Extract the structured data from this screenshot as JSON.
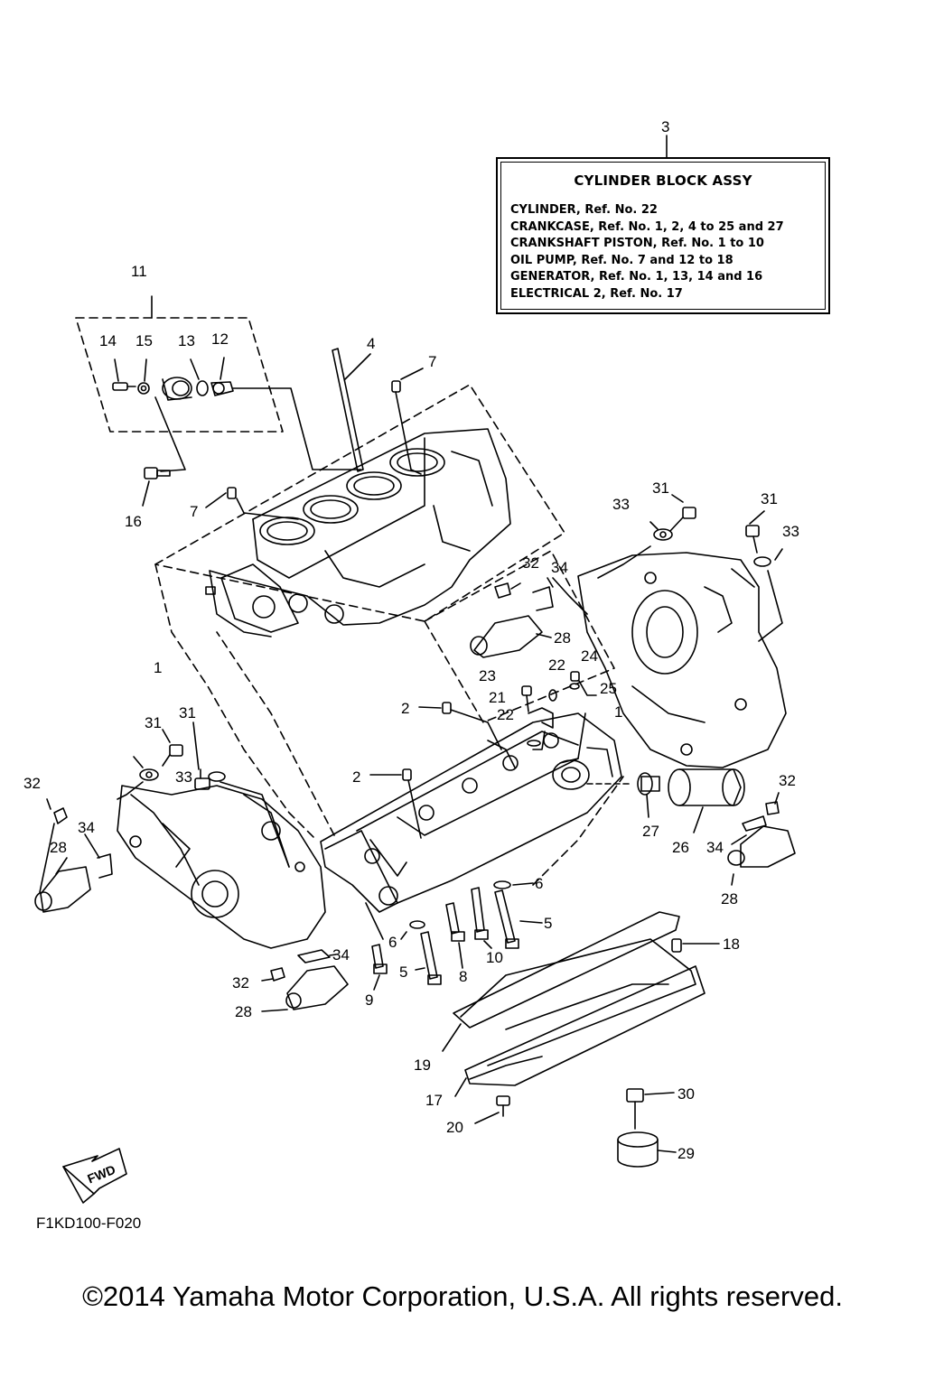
{
  "legend": {
    "ref": "3",
    "title": "CYLINDER BLOCK ASSY",
    "lines": [
      "CYLINDER, Ref. No. 22",
      "CRANKCASE, Ref. No. 1, 2, 4 to 25 and 27",
      "CRANKSHAFT PISTON, Ref. No. 1 to 10",
      "OIL PUMP, Ref. No. 7 and 12 to 18",
      "GENERATOR, Ref. No. 1, 13, 14 and 16",
      "ELECTRICAL 2, Ref. No. 17"
    ]
  },
  "callouts": [
    "11",
    "14",
    "15",
    "13",
    "12",
    "4",
    "7",
    "16",
    "7",
    "1",
    "33",
    "31",
    "31",
    "32",
    "34",
    "28",
    "33",
    "31",
    "31",
    "2",
    "23",
    "24",
    "22",
    "21",
    "25",
    "22",
    "1",
    "2",
    "33",
    "32",
    "34",
    "28",
    "27",
    "26",
    "32",
    "34",
    "28",
    "6",
    "5",
    "6",
    "5",
    "8",
    "10",
    "9",
    "34",
    "32",
    "28",
    "18",
    "19",
    "17",
    "20",
    "30",
    "29"
  ],
  "fwd_label": "FWD",
  "diagram_code": "F1KD100-F020",
  "copyright": "©2014 Yamaha Motor Corporation, U.S.A. All rights reserved."
}
